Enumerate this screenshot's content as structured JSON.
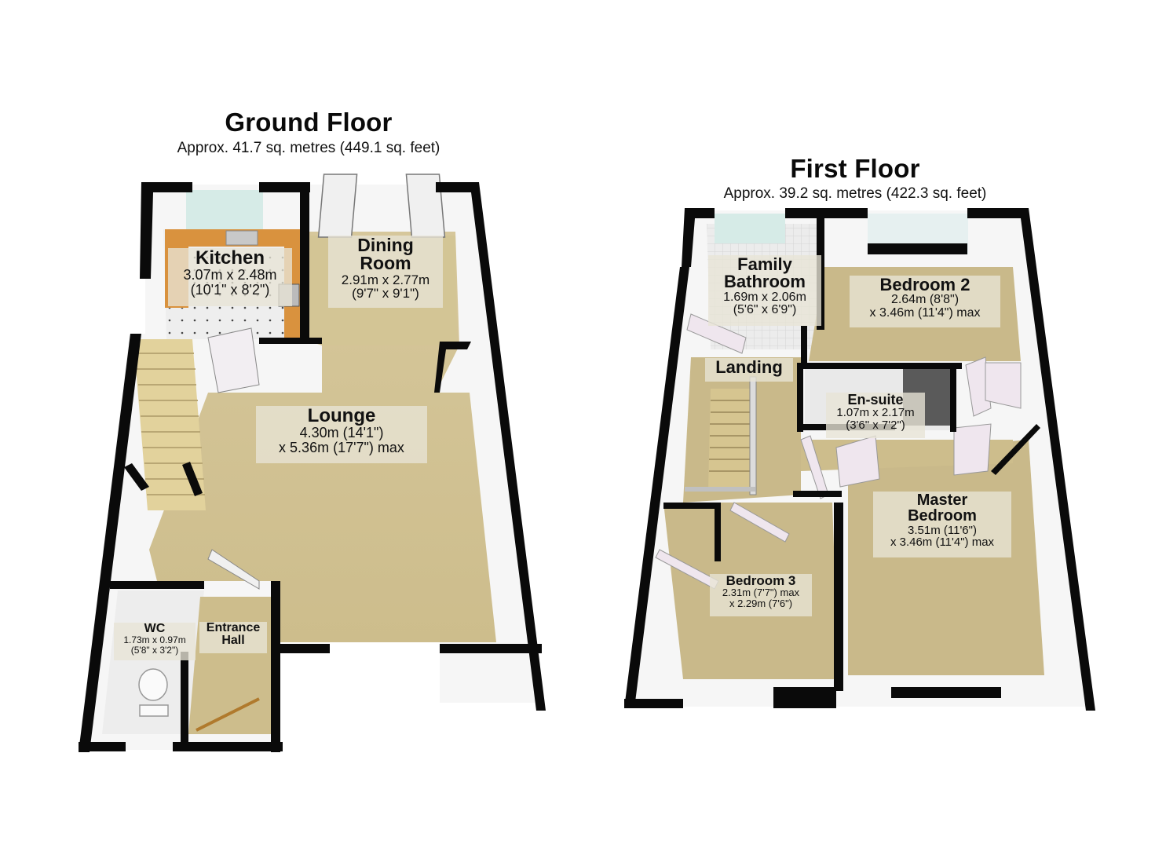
{
  "ground_floor": {
    "title": "Ground Floor",
    "area": "Approx. 41.7 sq. metres (449.1 sq. feet)",
    "rooms": [
      {
        "name": "Kitchen",
        "dim1": "3.07m x 2.48m",
        "dim2": "(10'1\" x 8'2\")"
      },
      {
        "name_line1": "Dining",
        "name_line2": "Room",
        "dim1": "2.91m x 2.77m",
        "dim2": "(9'7\" x 9'1\")"
      },
      {
        "name": "Lounge",
        "dim1": "4.30m (14'1\")",
        "dim2": "x 5.36m (17'7\") max"
      },
      {
        "name": "WC",
        "dim1": "1.73m x 0.97m",
        "dim2": "(5'8\" x 3'2\")"
      },
      {
        "name_line1": "Entrance",
        "name_line2": "Hall"
      }
    ]
  },
  "first_floor": {
    "title": "First Floor",
    "area": "Approx. 39.2 sq. metres (422.3 sq. feet)",
    "rooms": [
      {
        "name_line1": "Family",
        "name_line2": "Bathroom",
        "dim1": "1.69m x 2.06m",
        "dim2": "(5'6\" x 6'9\")"
      },
      {
        "name": "Bedroom 2",
        "dim1": "2.64m (8'8\")",
        "dim2": "x 3.46m (11'4\") max"
      },
      {
        "name": "Landing"
      },
      {
        "name": "En-suite",
        "dim1": "1.07m x 2.17m",
        "dim2": "(3'6\" x 7'2\")"
      },
      {
        "name_line1": "Master",
        "name_line2": "Bedroom",
        "dim1": "3.51m (11'6\")",
        "dim2": "x 3.46m (11'4\") max"
      },
      {
        "name": "Bedroom 3",
        "dim1": "2.31m (7'7\") max",
        "dim2": "x 2.29m (7'6\")"
      }
    ]
  },
  "colors": {
    "wall": "#0a0a0a",
    "carpet": "#d8c99a",
    "kitchen_worktop": "#d9923e",
    "wall_face": "#f4f4f4",
    "label_bg": "#e8e4d6",
    "window_glass": "#cfe6e4"
  }
}
